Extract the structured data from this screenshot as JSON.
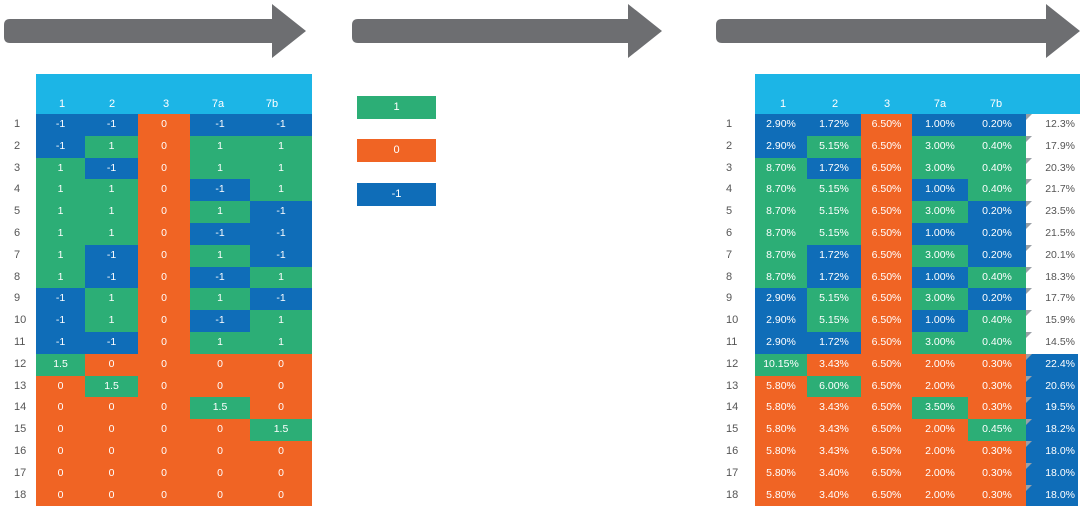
{
  "colors": {
    "green": "#2cae76",
    "orange": "#f06424",
    "blue": "#0f6db8",
    "header": "#1cb5e6",
    "arrow": "#6d6e71"
  },
  "columns": [
    "1",
    "2",
    "3",
    "7a",
    "7b"
  ],
  "rows": [
    "1",
    "2",
    "3",
    "4",
    "5",
    "6",
    "7",
    "8",
    "9",
    "10",
    "11",
    "12",
    "13",
    "14",
    "15",
    "16",
    "17",
    "18"
  ],
  "design_matrix": [
    [
      "-1",
      "-1",
      "0",
      "-1",
      "-1"
    ],
    [
      "-1",
      "1",
      "0",
      "1",
      "1"
    ],
    [
      "1",
      "-1",
      "0",
      "1",
      "1"
    ],
    [
      "1",
      "1",
      "0",
      "-1",
      "1"
    ],
    [
      "1",
      "1",
      "0",
      "1",
      "-1"
    ],
    [
      "1",
      "1",
      "0",
      "-1",
      "-1"
    ],
    [
      "1",
      "-1",
      "0",
      "1",
      "-1"
    ],
    [
      "1",
      "-1",
      "0",
      "-1",
      "1"
    ],
    [
      "-1",
      "1",
      "0",
      "1",
      "-1"
    ],
    [
      "-1",
      "1",
      "0",
      "-1",
      "1"
    ],
    [
      "-1",
      "-1",
      "0",
      "1",
      "1"
    ],
    [
      "1.5",
      "0",
      "0",
      "0",
      "0"
    ],
    [
      "0",
      "1.5",
      "0",
      "0",
      "0"
    ],
    [
      "0",
      "0",
      "0",
      "1.5",
      "0"
    ],
    [
      "0",
      "0",
      "0",
      "0",
      "1.5"
    ],
    [
      "0",
      "0",
      "0",
      "0",
      "0"
    ],
    [
      "0",
      "0",
      "0",
      "0",
      "0"
    ],
    [
      "0",
      "0",
      "0",
      "0",
      "0"
    ]
  ],
  "legend": [
    {
      "label": "1",
      "color": "green"
    },
    {
      "label": "0",
      "color": "orange"
    },
    {
      "label": "-1",
      "color": "blue"
    }
  ],
  "value_matrix": [
    [
      [
        "2.90%",
        "blue"
      ],
      [
        "1.72%",
        "blue"
      ],
      [
        "6.50%",
        "orange"
      ],
      [
        "1.00%",
        "blue"
      ],
      [
        "0.20%",
        "blue"
      ]
    ],
    [
      [
        "2.90%",
        "blue"
      ],
      [
        "5.15%",
        "green"
      ],
      [
        "6.50%",
        "orange"
      ],
      [
        "3.00%",
        "green"
      ],
      [
        "0.40%",
        "green"
      ]
    ],
    [
      [
        "8.70%",
        "green"
      ],
      [
        "1.72%",
        "blue"
      ],
      [
        "6.50%",
        "orange"
      ],
      [
        "3.00%",
        "green"
      ],
      [
        "0.40%",
        "green"
      ]
    ],
    [
      [
        "8.70%",
        "green"
      ],
      [
        "5.15%",
        "green"
      ],
      [
        "6.50%",
        "orange"
      ],
      [
        "1.00%",
        "blue"
      ],
      [
        "0.40%",
        "green"
      ]
    ],
    [
      [
        "8.70%",
        "green"
      ],
      [
        "5.15%",
        "green"
      ],
      [
        "6.50%",
        "orange"
      ],
      [
        "3.00%",
        "green"
      ],
      [
        "0.20%",
        "blue"
      ]
    ],
    [
      [
        "8.70%",
        "green"
      ],
      [
        "5.15%",
        "green"
      ],
      [
        "6.50%",
        "orange"
      ],
      [
        "1.00%",
        "blue"
      ],
      [
        "0.20%",
        "blue"
      ]
    ],
    [
      [
        "8.70%",
        "green"
      ],
      [
        "1.72%",
        "blue"
      ],
      [
        "6.50%",
        "orange"
      ],
      [
        "3.00%",
        "green"
      ],
      [
        "0.20%",
        "blue"
      ]
    ],
    [
      [
        "8.70%",
        "green"
      ],
      [
        "1.72%",
        "blue"
      ],
      [
        "6.50%",
        "orange"
      ],
      [
        "1.00%",
        "blue"
      ],
      [
        "0.40%",
        "green"
      ]
    ],
    [
      [
        "2.90%",
        "blue"
      ],
      [
        "5.15%",
        "green"
      ],
      [
        "6.50%",
        "orange"
      ],
      [
        "3.00%",
        "green"
      ],
      [
        "0.20%",
        "blue"
      ]
    ],
    [
      [
        "2.90%",
        "blue"
      ],
      [
        "5.15%",
        "green"
      ],
      [
        "6.50%",
        "orange"
      ],
      [
        "1.00%",
        "blue"
      ],
      [
        "0.40%",
        "green"
      ]
    ],
    [
      [
        "2.90%",
        "blue"
      ],
      [
        "1.72%",
        "blue"
      ],
      [
        "6.50%",
        "orange"
      ],
      [
        "3.00%",
        "green"
      ],
      [
        "0.40%",
        "green"
      ]
    ],
    [
      [
        "10.15%",
        "green"
      ],
      [
        "3.43%",
        "orange"
      ],
      [
        "6.50%",
        "orange"
      ],
      [
        "2.00%",
        "orange"
      ],
      [
        "0.30%",
        "orange"
      ]
    ],
    [
      [
        "5.80%",
        "orange"
      ],
      [
        "6.00%",
        "green"
      ],
      [
        "6.50%",
        "orange"
      ],
      [
        "2.00%",
        "orange"
      ],
      [
        "0.30%",
        "orange"
      ]
    ],
    [
      [
        "5.80%",
        "orange"
      ],
      [
        "3.43%",
        "orange"
      ],
      [
        "6.50%",
        "orange"
      ],
      [
        "3.50%",
        "green"
      ],
      [
        "0.30%",
        "orange"
      ]
    ],
    [
      [
        "5.80%",
        "orange"
      ],
      [
        "3.43%",
        "orange"
      ],
      [
        "6.50%",
        "orange"
      ],
      [
        "2.00%",
        "orange"
      ],
      [
        "0.45%",
        "green"
      ]
    ],
    [
      [
        "5.80%",
        "orange"
      ],
      [
        "3.43%",
        "orange"
      ],
      [
        "6.50%",
        "orange"
      ],
      [
        "2.00%",
        "orange"
      ],
      [
        "0.30%",
        "orange"
      ]
    ],
    [
      [
        "5.80%",
        "orange"
      ],
      [
        "3.40%",
        "orange"
      ],
      [
        "6.50%",
        "orange"
      ],
      [
        "2.00%",
        "orange"
      ],
      [
        "0.30%",
        "orange"
      ]
    ],
    [
      [
        "5.80%",
        "orange"
      ],
      [
        "3.40%",
        "orange"
      ],
      [
        "6.50%",
        "orange"
      ],
      [
        "2.00%",
        "orange"
      ],
      [
        "0.30%",
        "orange"
      ]
    ]
  ],
  "results": [
    [
      "12.3%",
      "white"
    ],
    [
      "17.9%",
      "white"
    ],
    [
      "20.3%",
      "white"
    ],
    [
      "21.7%",
      "white"
    ],
    [
      "23.5%",
      "white"
    ],
    [
      "21.5%",
      "white"
    ],
    [
      "20.1%",
      "white"
    ],
    [
      "18.3%",
      "white"
    ],
    [
      "17.7%",
      "white"
    ],
    [
      "15.9%",
      "white"
    ],
    [
      "14.5%",
      "white"
    ],
    [
      "22.4%",
      "blue"
    ],
    [
      "20.6%",
      "blue"
    ],
    [
      "19.5%",
      "blue"
    ],
    [
      "18.2%",
      "blue"
    ],
    [
      "18.0%",
      "blue"
    ],
    [
      "18.0%",
      "blue"
    ],
    [
      "18.0%",
      "blue"
    ]
  ]
}
